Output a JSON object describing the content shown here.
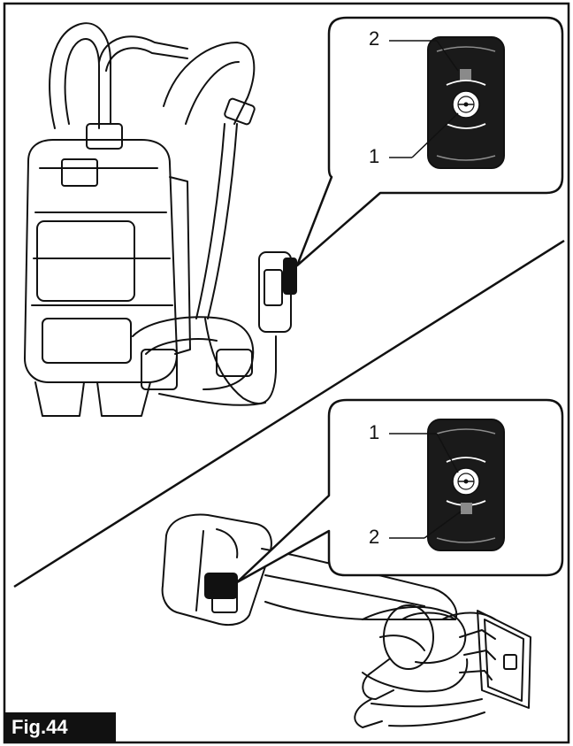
{
  "figure_label": "Fig.44",
  "top_panel": {
    "callout_top": "2",
    "callout_bottom": "1"
  },
  "bottom_panel": {
    "callout_top": "1",
    "callout_bottom": "2"
  },
  "colors": {
    "ink": "#111111",
    "panel": "#1a1a1a",
    "paper": "#ffffff"
  }
}
